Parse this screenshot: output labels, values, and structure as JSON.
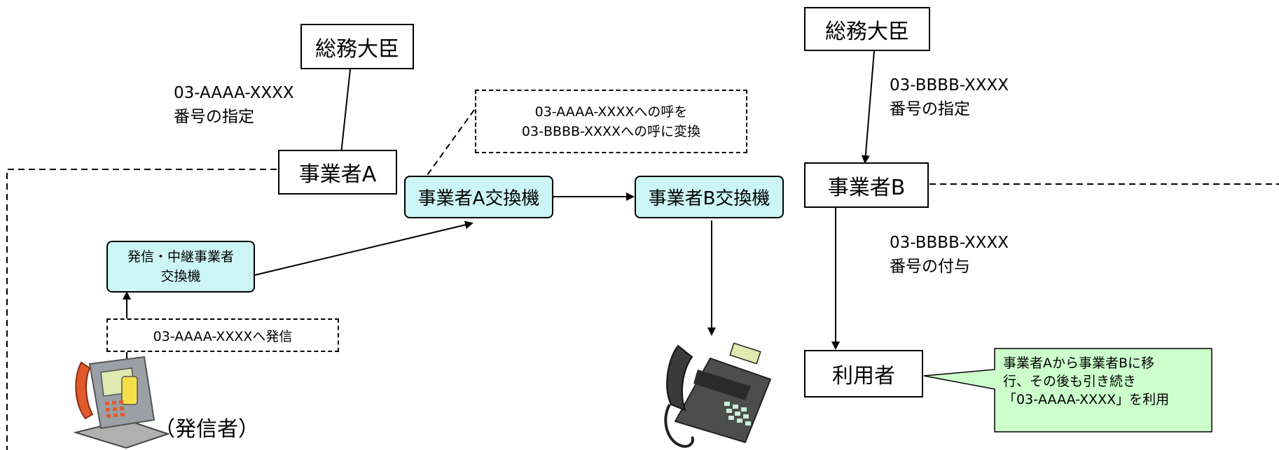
{
  "left": {
    "minister": "総務大臣",
    "assign_label": "03-AAAA-XXXX\n番号の指定",
    "carrier": "事業者A",
    "carrier_switch": "事業者A交換機",
    "conversion_note": "03-AAAA-XXXXへの呼を\n03-BBBB-XXXXへの呼に変換",
    "relay_switch": "発信・中継事業者\n交換機",
    "dial_note": "03-AAAA-XXXXへ発信",
    "caller": "（発信者）"
  },
  "middle": {
    "carrier_switch": "事業者B交換機"
  },
  "right": {
    "minister": "総務大臣",
    "assign_label": "03-BBBB-XXXX\n番号の指定",
    "carrier": "事業者B",
    "grant_label": "03-BBBB-XXXX\n番号の付与",
    "user": "利用者",
    "callout": "事業者Aから事業者Bに移\n行、その後も引き続き\n「03-AAAA-XXXX」を利用"
  },
  "colors": {
    "switch_fill": "#ccf5f5",
    "callout_fill": "#ccffcc",
    "stroke": "#000000"
  },
  "icons": [
    "payphone-icon",
    "desk-phone-icon"
  ]
}
